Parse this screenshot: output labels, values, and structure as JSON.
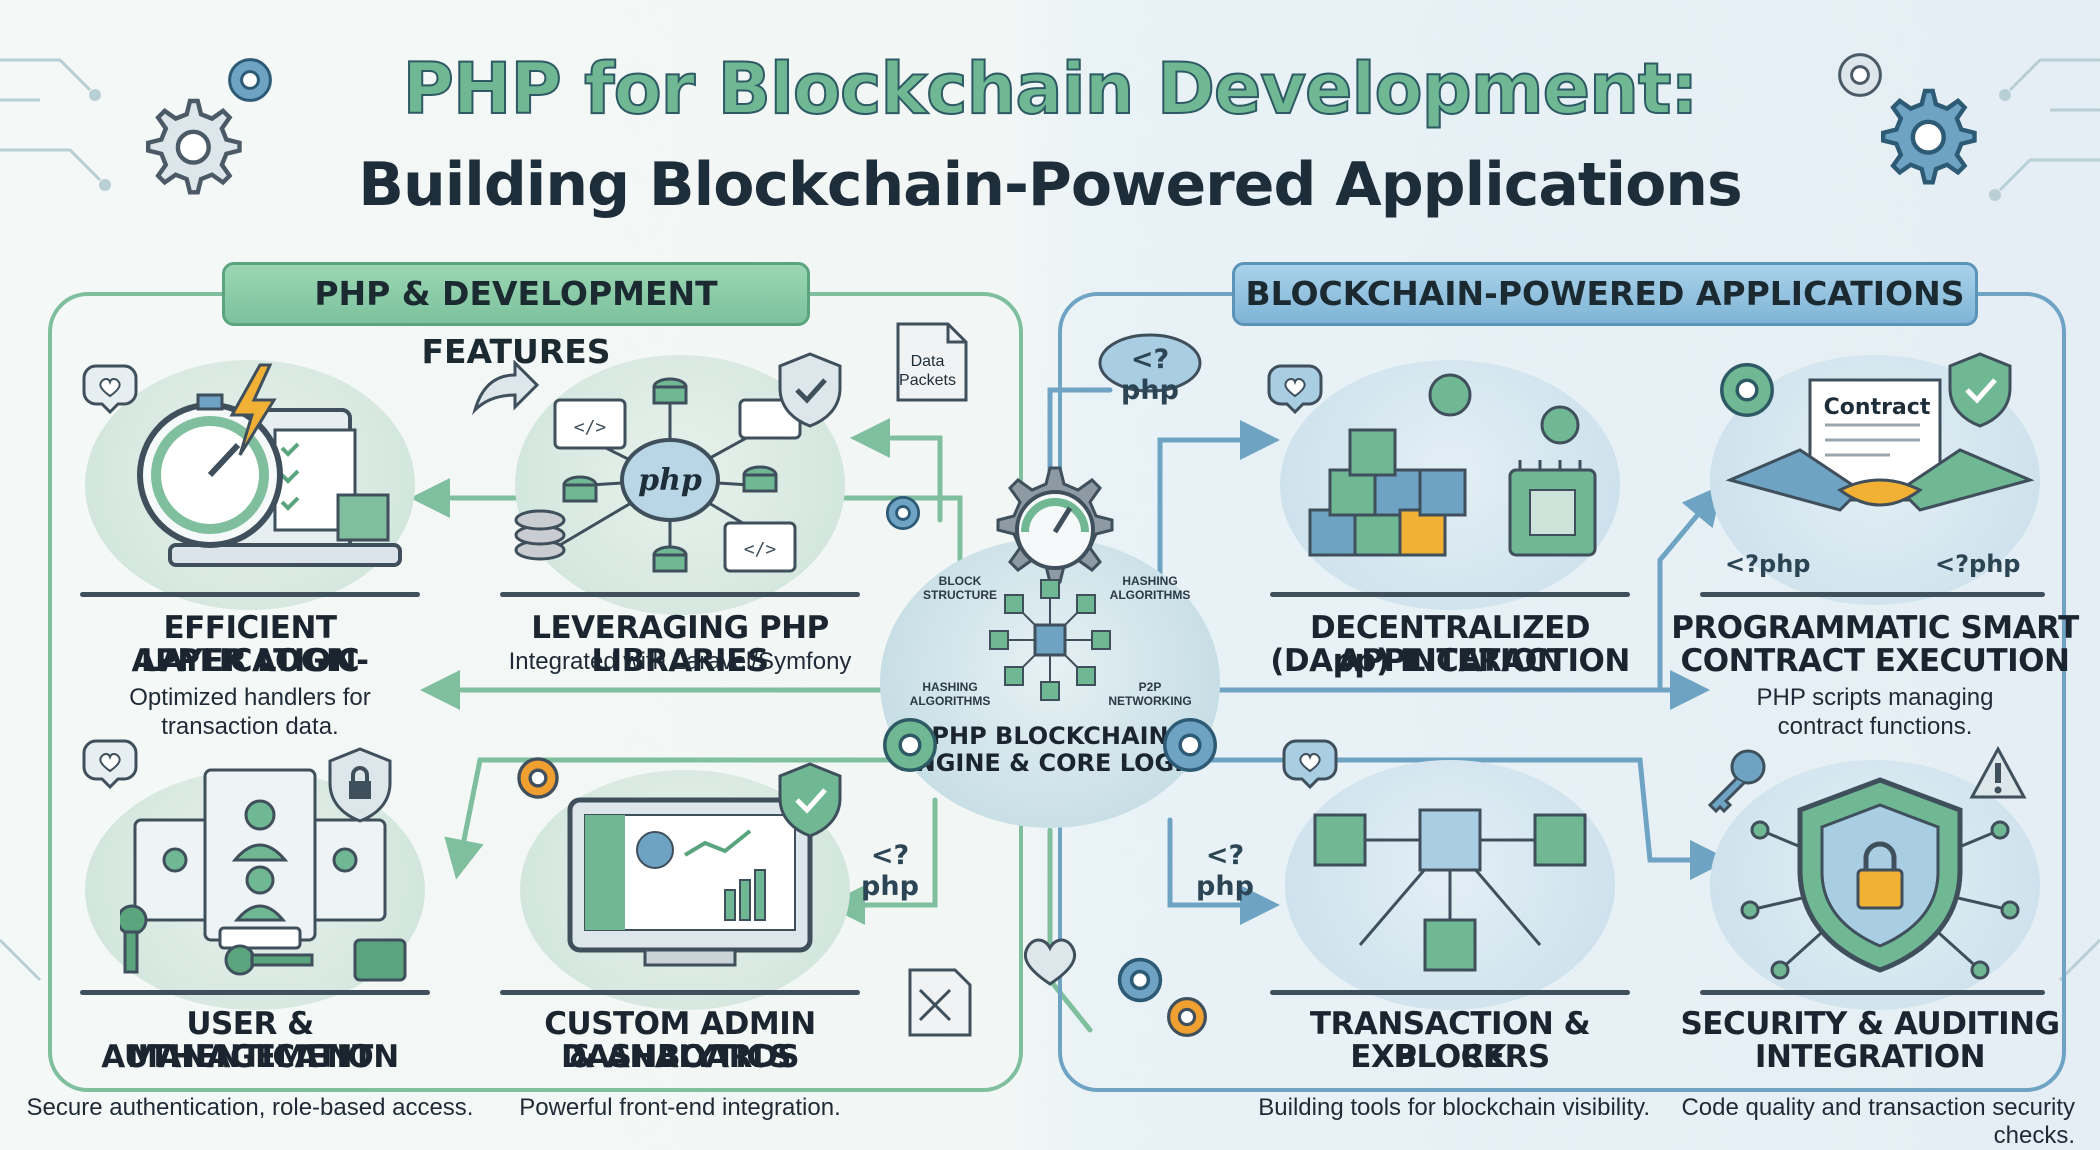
{
  "title": {
    "line1": "PHP for Blockchain Development:",
    "line2": "Building Blockchain-Powered Applications"
  },
  "left_panel": {
    "label": "PHP & DEVELOPMENT FEATURES"
  },
  "right_panel": {
    "label": "BLOCKCHAIN-POWERED APPLICATIONS"
  },
  "core": {
    "title": "PHP BLOCKCHAIN ENGINE & CORE LOGIC",
    "labels": [
      "BLOCK STRUCTURE",
      "HASHING ALGORITHMS",
      "HASHING ALGORITHMS",
      "P2P NETWORKING"
    ],
    "icon": "gauge-gear-icon"
  },
  "floating": {
    "data_packets": "Data Packets",
    "php_tag": "<?php"
  },
  "cards": {
    "efficient": {
      "title_1": "EFFICIENT APPLICATION-",
      "title_2": "LAYER LOGIC",
      "desc_1": "Optimized handlers for",
      "desc_2": "transaction data."
    },
    "libraries": {
      "title_1": "LEVERAGING PHP LIBRARIES",
      "desc_1": "Integrated with Laravel/Symfony",
      "php_logo": "php"
    },
    "auth": {
      "title_1": "USER & AUTHENTICATION",
      "title_2": "MANAGEMENT",
      "desc_1": "Secure authentication, role-based access."
    },
    "admin": {
      "title_1": "CUSTOM ADMIN DASHBOARDS",
      "title_2": "& ANALYTICS",
      "desc_1": "Powerful front-end integration."
    },
    "dapp": {
      "title_1": "DECENTRALIZED APPLICATION",
      "title_2": "(DApp) INTERACTION"
    },
    "smart": {
      "title_1": "PROGRAMMATIC SMART",
      "title_2": "CONTRACT EXECUTION",
      "desc_1": "PHP scripts managing",
      "desc_2": "contract functions.",
      "contract_label": "Contract",
      "php_left": "<?php",
      "php_right": "<?php"
    },
    "explorers": {
      "title_1": "TRANSACTION & BLOCK",
      "title_2": "EXPLORERS",
      "desc_1": "Building tools for blockchain visibility."
    },
    "security": {
      "title_1": "SECURITY & AUDITING",
      "title_2": "INTEGRATION",
      "desc_1": "Code quality and transaction security checks."
    }
  },
  "colors": {
    "green": "#7fbf9d",
    "blue": "#6fa3c4",
    "orange": "#f0a030",
    "dark": "#1e2d3a"
  }
}
